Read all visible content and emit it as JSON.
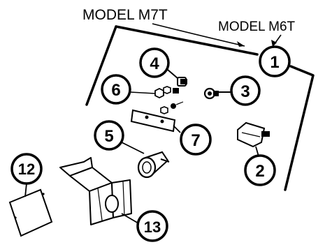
{
  "labels": {
    "model_m7t": "MODEL  M7T",
    "model_m6t": "MODEL  M6T"
  },
  "callouts": {
    "c1": "1",
    "c2": "2",
    "c3": "3",
    "c4": "4",
    "c5": "5",
    "c6": "6",
    "c7": "7",
    "c12": "12",
    "c13": "13"
  }
}
